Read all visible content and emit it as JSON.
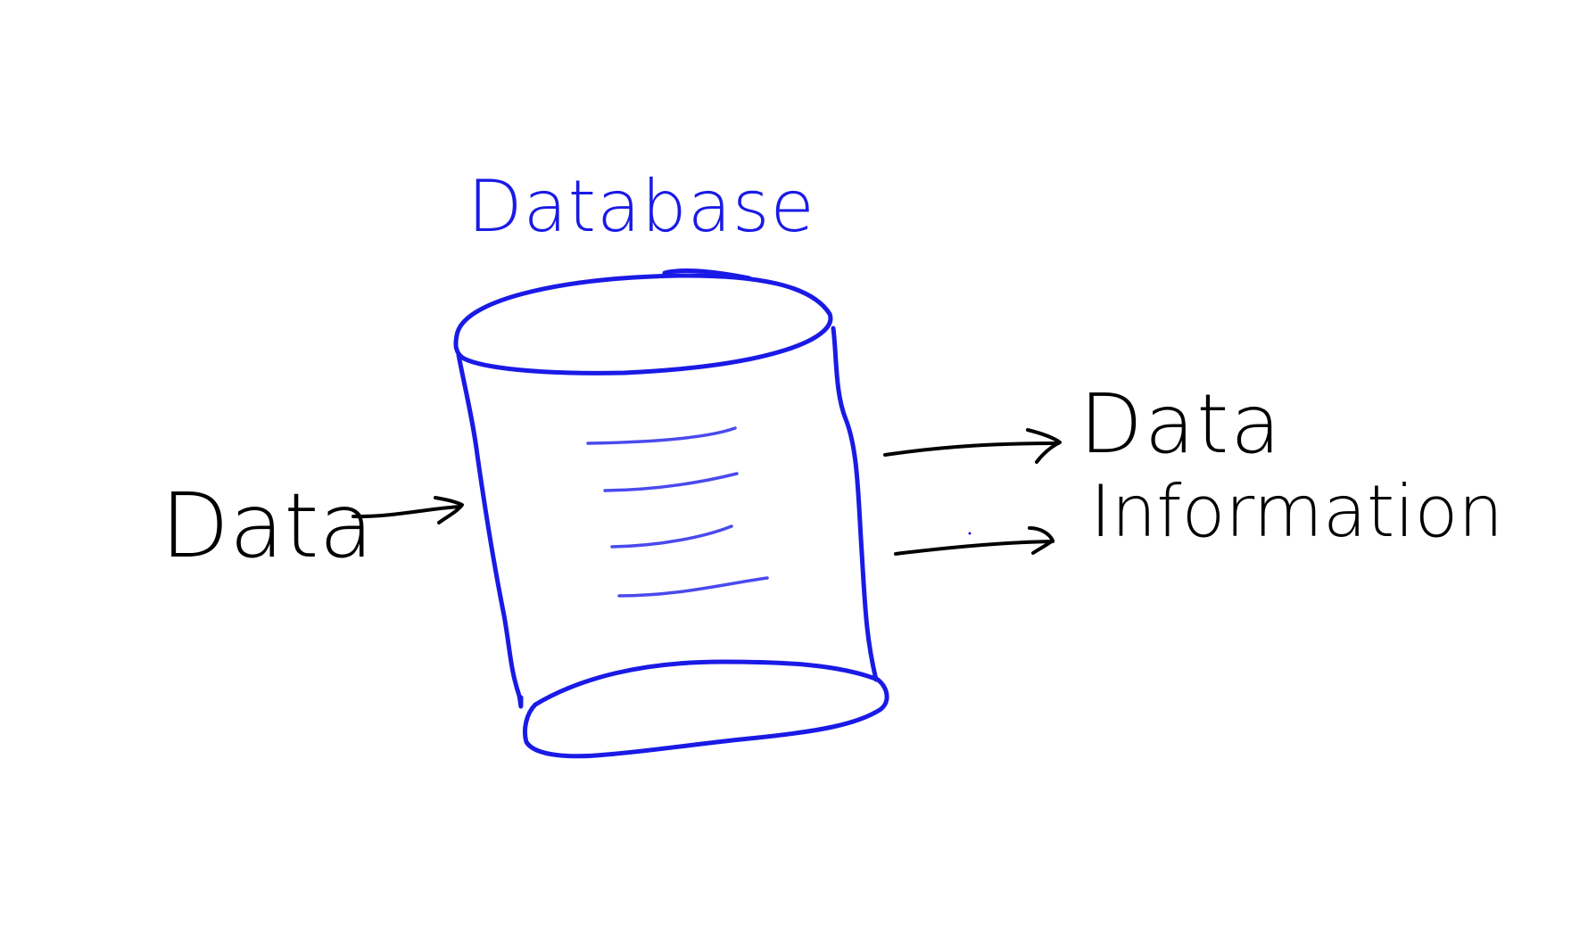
{
  "diagram": {
    "title": "Database",
    "input_label": "Data",
    "outputs": [
      {
        "label": "Data"
      },
      {
        "label": "Information"
      }
    ],
    "colors": {
      "database": "#1a1ae6",
      "database_lines": "#4a4aee",
      "ink": "#000000",
      "background": "#ffffff"
    }
  }
}
